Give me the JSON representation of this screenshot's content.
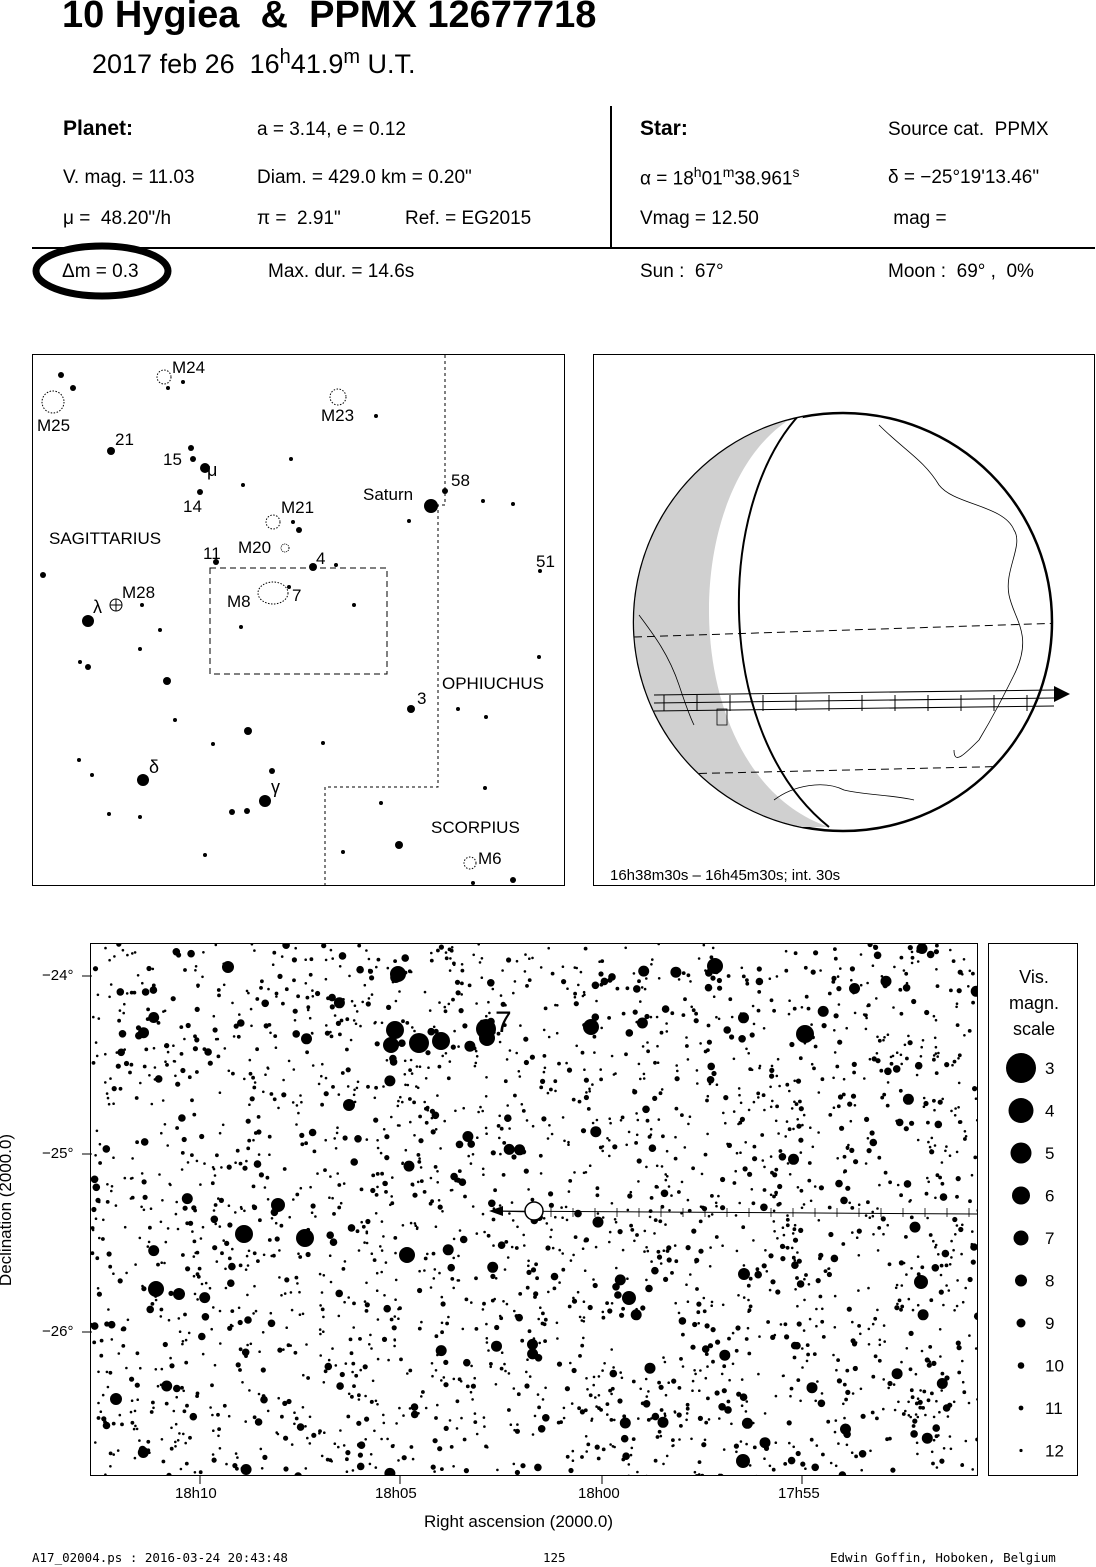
{
  "header": {
    "title": "10 Hygiea  &  PPMX 12677718",
    "date": "2017 feb 26  16",
    "time_h_sup": "h",
    "time_min": "41.9",
    "time_m_sup": "m",
    "time_ut": " U.T."
  },
  "planet": {
    "heading": "Planet:",
    "orbit": "a = 3.14, e = 0.12",
    "vmag": "V. mag. = 11.03",
    "diam": "Diam. = 429.0 km = 0.20\"",
    "mu": "μ =  48.20\"/h",
    "pi": "π =  2.91\"",
    "ref": "Ref. = EG2015"
  },
  "star": {
    "heading": "Star:",
    "source": "Source cat.  PPMX",
    "alpha_a": "α = 18",
    "alpha_h": "h",
    "alpha_b": "01",
    "alpha_m": "m",
    "alpha_c": "38.961",
    "alpha_s": "s",
    "delta": "δ = −25°19'13.46\"",
    "vmag": "Vmag = 12.50",
    "mag": " mag ="
  },
  "event": {
    "dm": "Δm = 0.3",
    "maxdur": "Max. dur. = 14.6s",
    "sun": "Sun :  67°",
    "moon": "Moon :  69° ,  0%"
  },
  "starmap": {
    "constellations": [
      "SAGITTARIUS",
      "OPHIUCHUS",
      "SCORPIUS"
    ],
    "objects": [
      "M24",
      "M25",
      "M23",
      "21",
      "15",
      "μ",
      "58",
      "Saturn",
      "14",
      "M21",
      "SAGITTARIUS",
      "11",
      "M20",
      "4",
      "51",
      "M28",
      "λ",
      "M8",
      "7",
      "3",
      "δ",
      "γ",
      "M6"
    ]
  },
  "globe": {
    "caption": "16h38m30s – 16h45m30s; int. 30s"
  },
  "finder": {
    "ylabel": "Declination (2000.0)",
    "xlabel": "Right ascension (2000.0)",
    "yticks": [
      "−24°",
      "−25°",
      "−26°"
    ],
    "xticks": [
      "18h10",
      "18h05",
      "18h00",
      "17h55"
    ],
    "label7": "7"
  },
  "legend": {
    "title1": "Vis.",
    "title2": "magn.",
    "title3": "scale",
    "mags": [
      "3",
      "4",
      "5",
      "6",
      "7",
      "8",
      "9",
      "10",
      "11",
      "12"
    ]
  },
  "footer": {
    "left": "A17_02004.ps : 2016-03-24 20:43:48",
    "page": "125",
    "right": "Edwin Goffin, Hoboken, Belgium"
  }
}
